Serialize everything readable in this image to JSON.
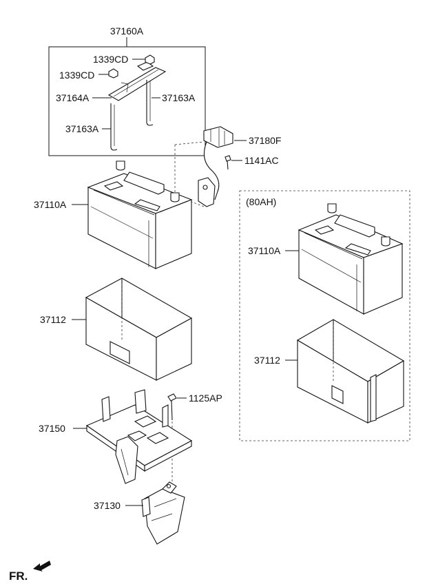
{
  "callouts": {
    "bracket_assy": "37160A",
    "nut_top": "1339CD",
    "nut_left": "1339CD",
    "clamp": "37164A",
    "rod_right": "37163A",
    "rod_left": "37163A",
    "terminal": "37180F",
    "terminal_bolt": "1141AC",
    "battery": "37110A",
    "insulation": "37112",
    "tray_bolt": "1125AP",
    "tray": "37150",
    "bracket": "37130",
    "alt_battery": "37110A",
    "alt_insulation": "37112"
  },
  "variant_label": "(80AH)",
  "front_indicator": "FR."
}
